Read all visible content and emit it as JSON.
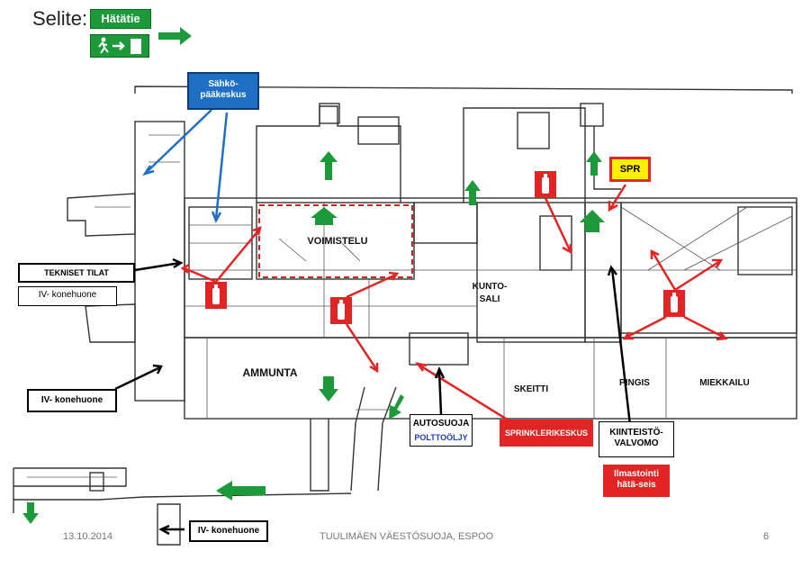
{
  "legend": {
    "title": "Selite:",
    "exit_label": "Hätätie"
  },
  "rooms": {
    "voimistelu": "VOIMISTELU",
    "kuntosali_line1": "KUNTO-",
    "kuntosali_line2": "SALI",
    "ammunta": "AMMUNTA",
    "skeitti": "SKEITTI",
    "pingis": "PINGIS",
    "miekkailu": "MIEKKAILU"
  },
  "callouts": {
    "sahkopaakeskus_line1": "Sähkö-",
    "sahkopaakeskus_line2": "pääkeskus",
    "tekniset_tilat": "TEKNISET TILAT",
    "iv_konehuone_1": "IV- konehuone",
    "iv_konehuone_2": "IV- konehuone",
    "iv_konehuone_3": "IV- konehuone",
    "spr": "SPR",
    "autosuoja": "AUTOSUOJA",
    "polttooljy": "POLTTOÖLJY",
    "sprinklerikeskus": "SPRINKLERIKESKUS",
    "kiinteisto_line1": "KIINTEISTÖ-",
    "kiinteisto_line2": "VALVOMO",
    "ilmastointi_line1": "Ilmastointi",
    "ilmastointi_line2": "hätä-seis"
  },
  "footer": {
    "date": "13.10.2014",
    "title": "TUULIMÄEN VÄESTÖSUOJA, ESPOO",
    "page": "6"
  },
  "colors": {
    "exit_green": "#1c9a3a",
    "alert_red": "#e22424",
    "callout_blue": "#1f6fc4",
    "spr_yellow": "#ffee00"
  },
  "icons": [
    "running-man-exit-icon",
    "green-arrow-icon",
    "fire-extinguisher-icon"
  ]
}
